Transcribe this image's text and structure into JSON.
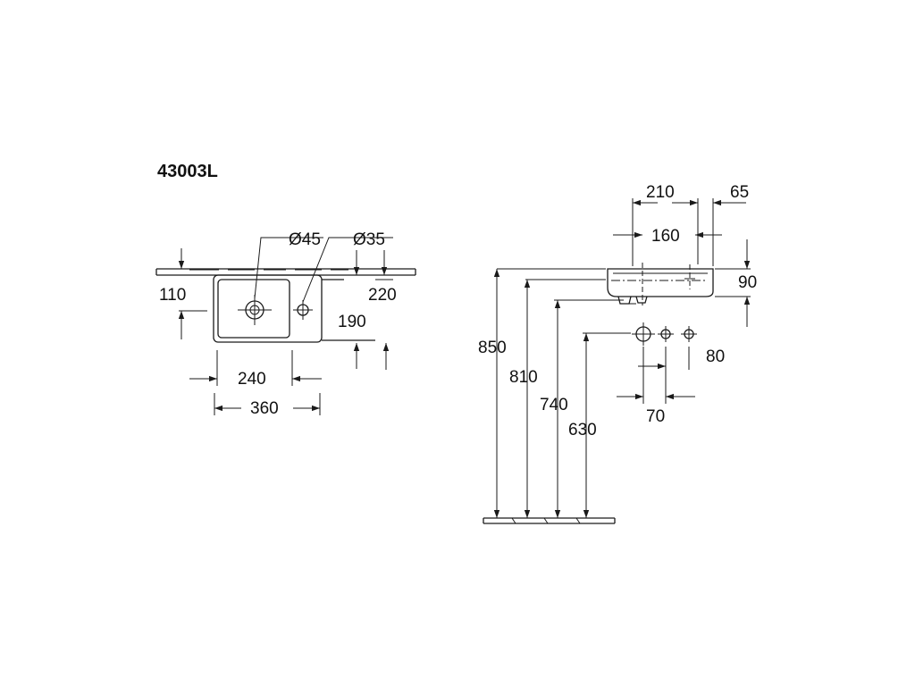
{
  "drawing": {
    "model": "43003L",
    "plan_view": {
      "diameter_45": "Ø45",
      "diameter_35": "Ø35",
      "dim_110": "110",
      "dim_220": "220",
      "dim_190": "190",
      "dim_240": "240",
      "dim_360": "360"
    },
    "side_view": {
      "dim_210": "210",
      "dim_65": "65",
      "dim_160": "160",
      "dim_90": "90",
      "dim_850": "850",
      "dim_810": "810",
      "dim_740": "740",
      "dim_630": "630",
      "dim_80": "80",
      "dim_70": "70"
    }
  }
}
